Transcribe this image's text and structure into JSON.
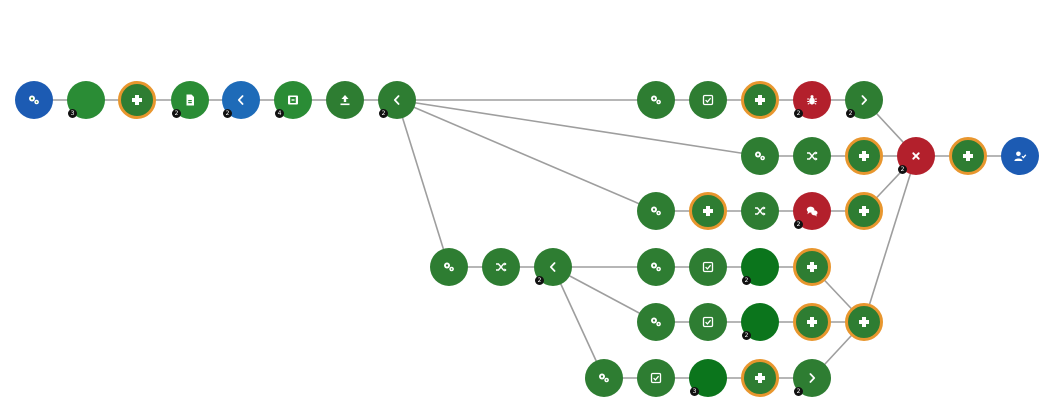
{
  "colors": {
    "edge": "#9e9e9e",
    "ring": "#e8962e",
    "badge": "#111111",
    "icon": "#ffffff"
  },
  "diagram": {
    "nodes": [
      {
        "id": "n01",
        "color": "#1c5bb3",
        "icon": "gears-icon",
        "ring": false,
        "badge": ""
      },
      {
        "id": "n02",
        "color": "#2a8c35",
        "icon": "none",
        "ring": false,
        "badge": "3"
      },
      {
        "id": "n03",
        "color": "#2e7d32",
        "icon": "puzzle-icon",
        "ring": true,
        "badge": ""
      },
      {
        "id": "n04",
        "color": "#2a8c35",
        "icon": "document-icon",
        "ring": false,
        "badge": "2"
      },
      {
        "id": "n05",
        "color": "#1e6bb8",
        "icon": "chevron-left-icon",
        "ring": false,
        "badge": "2"
      },
      {
        "id": "n06",
        "color": "#2a8c35",
        "icon": "film-icon",
        "ring": false,
        "badge": "4"
      },
      {
        "id": "n07",
        "color": "#2e7d32",
        "icon": "upload-icon",
        "ring": false,
        "badge": ""
      },
      {
        "id": "n08",
        "color": "#2e7d32",
        "icon": "chevron-left-icon",
        "ring": false,
        "badge": "2"
      },
      {
        "id": "n09",
        "color": "#2e7d32",
        "icon": "gears-icon",
        "ring": false,
        "badge": ""
      },
      {
        "id": "n10",
        "color": "#2e7d32",
        "icon": "checkbox-icon",
        "ring": false,
        "badge": ""
      },
      {
        "id": "n11",
        "color": "#2e7d32",
        "icon": "puzzle-icon",
        "ring": true,
        "badge": ""
      },
      {
        "id": "n12",
        "color": "#b3202c",
        "icon": "bug-icon",
        "ring": false,
        "badge": "2"
      },
      {
        "id": "n13",
        "color": "#2e7d32",
        "icon": "chevron-right-icon",
        "ring": false,
        "badge": "2"
      },
      {
        "id": "n14",
        "color": "#2e7d32",
        "icon": "gears-icon",
        "ring": false,
        "badge": ""
      },
      {
        "id": "n15",
        "color": "#2e7d32",
        "icon": "shuffle-icon",
        "ring": false,
        "badge": ""
      },
      {
        "id": "n16",
        "color": "#2e7d32",
        "icon": "puzzle-icon",
        "ring": true,
        "badge": ""
      },
      {
        "id": "n17",
        "color": "#b3202c",
        "icon": "close-icon",
        "ring": false,
        "badge": "2"
      },
      {
        "id": "n18",
        "color": "#2e7d32",
        "icon": "puzzle-icon",
        "ring": true,
        "badge": ""
      },
      {
        "id": "n19",
        "color": "#1c5bb3",
        "icon": "user-check-icon",
        "ring": false,
        "badge": ""
      },
      {
        "id": "n20",
        "color": "#2e7d32",
        "icon": "gears-icon",
        "ring": false,
        "badge": ""
      },
      {
        "id": "n21",
        "color": "#2e7d32",
        "icon": "puzzle-icon",
        "ring": true,
        "badge": ""
      },
      {
        "id": "n22",
        "color": "#2e7d32",
        "icon": "shuffle-icon",
        "ring": false,
        "badge": ""
      },
      {
        "id": "n23",
        "color": "#b3202c",
        "icon": "chat-icon",
        "ring": false,
        "badge": "2"
      },
      {
        "id": "n24",
        "color": "#2e7d32",
        "icon": "puzzle-icon",
        "ring": true,
        "badge": ""
      },
      {
        "id": "n25",
        "color": "#2e7d32",
        "icon": "gears-icon",
        "ring": false,
        "badge": ""
      },
      {
        "id": "n26",
        "color": "#2e7d32",
        "icon": "shuffle-icon",
        "ring": false,
        "badge": ""
      },
      {
        "id": "n27",
        "color": "#2e7d32",
        "icon": "chevron-left-icon",
        "ring": false,
        "badge": "2"
      },
      {
        "id": "n28",
        "color": "#2e7d32",
        "icon": "gears-icon",
        "ring": false,
        "badge": ""
      },
      {
        "id": "n29",
        "color": "#2e7d32",
        "icon": "checkbox-icon",
        "ring": false,
        "badge": ""
      },
      {
        "id": "n30",
        "color": "#0b751c",
        "icon": "none",
        "ring": false,
        "badge": "2"
      },
      {
        "id": "n31",
        "color": "#2e7d32",
        "icon": "puzzle-icon",
        "ring": true,
        "badge": ""
      },
      {
        "id": "n32",
        "color": "#2e7d32",
        "icon": "gears-icon",
        "ring": false,
        "badge": ""
      },
      {
        "id": "n33",
        "color": "#2e7d32",
        "icon": "checkbox-icon",
        "ring": false,
        "badge": ""
      },
      {
        "id": "n34",
        "color": "#0b751c",
        "icon": "none",
        "ring": false,
        "badge": "2"
      },
      {
        "id": "n35",
        "color": "#2e7d32",
        "icon": "puzzle-icon",
        "ring": true,
        "badge": ""
      },
      {
        "id": "n36",
        "color": "#2e7d32",
        "icon": "puzzle-icon",
        "ring": true,
        "badge": ""
      },
      {
        "id": "n37",
        "color": "#2e7d32",
        "icon": "gears-icon",
        "ring": false,
        "badge": ""
      },
      {
        "id": "n38",
        "color": "#2e7d32",
        "icon": "checkbox-icon",
        "ring": false,
        "badge": ""
      },
      {
        "id": "n39",
        "color": "#0b751c",
        "icon": "none",
        "ring": false,
        "badge": "3"
      },
      {
        "id": "n40",
        "color": "#2e7d32",
        "icon": "puzzle-icon",
        "ring": true,
        "badge": ""
      },
      {
        "id": "n41",
        "color": "#2e7d32",
        "icon": "chevron-right-icon",
        "ring": false,
        "badge": "2"
      }
    ],
    "edges": [
      [
        "n01",
        "n02"
      ],
      [
        "n02",
        "n03"
      ],
      [
        "n03",
        "n04"
      ],
      [
        "n04",
        "n05"
      ],
      [
        "n05",
        "n06"
      ],
      [
        "n06",
        "n07"
      ],
      [
        "n07",
        "n08"
      ],
      [
        "n08",
        "n09"
      ],
      [
        "n08",
        "n14"
      ],
      [
        "n08",
        "n20"
      ],
      [
        "n08",
        "n25"
      ],
      [
        "n09",
        "n10"
      ],
      [
        "n10",
        "n11"
      ],
      [
        "n11",
        "n12"
      ],
      [
        "n12",
        "n13"
      ],
      [
        "n13",
        "n17"
      ],
      [
        "n14",
        "n15"
      ],
      [
        "n15",
        "n16"
      ],
      [
        "n16",
        "n17"
      ],
      [
        "n17",
        "n18"
      ],
      [
        "n18",
        "n19"
      ],
      [
        "n20",
        "n21"
      ],
      [
        "n21",
        "n22"
      ],
      [
        "n22",
        "n23"
      ],
      [
        "n23",
        "n24"
      ],
      [
        "n24",
        "n17"
      ],
      [
        "n25",
        "n26"
      ],
      [
        "n26",
        "n27"
      ],
      [
        "n27",
        "n28"
      ],
      [
        "n27",
        "n32"
      ],
      [
        "n27",
        "n37"
      ],
      [
        "n28",
        "n29"
      ],
      [
        "n29",
        "n30"
      ],
      [
        "n30",
        "n31"
      ],
      [
        "n31",
        "n36"
      ],
      [
        "n32",
        "n33"
      ],
      [
        "n33",
        "n34"
      ],
      [
        "n34",
        "n35"
      ],
      [
        "n35",
        "n36"
      ],
      [
        "n36",
        "n17"
      ],
      [
        "n37",
        "n38"
      ],
      [
        "n38",
        "n39"
      ],
      [
        "n39",
        "n40"
      ],
      [
        "n40",
        "n41"
      ],
      [
        "n41",
        "n36"
      ]
    ]
  }
}
